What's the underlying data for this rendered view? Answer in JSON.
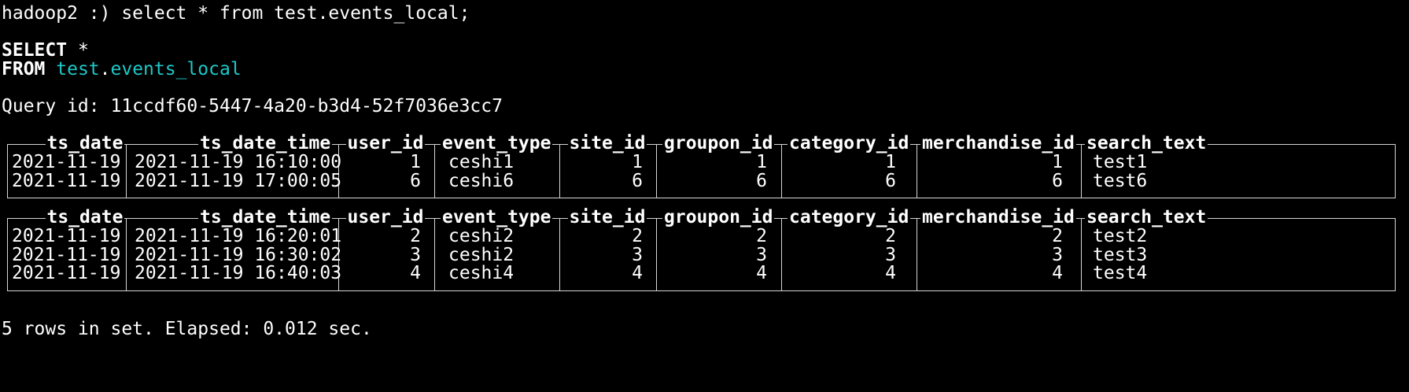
{
  "terminal": {
    "command_line": "hadoop2 :) select * from test.events_local;",
    "select_kw": "SELECT",
    "select_rest": " *",
    "from_kw": "FROM",
    "from_db": "test",
    "from_dot": ".",
    "from_table": "events_local",
    "query_id": "Query id: 11ccdf60-5447-4a20-b3d4-52f7036e3cc7",
    "footer": "5 rows in set. Elapsed: 0.012 sec."
  },
  "columns": [
    "ts_date",
    "ts_date_time",
    "user_id",
    "event_type",
    "site_id",
    "groupon_id",
    "category_id",
    "merchandise_id",
    "search_text"
  ],
  "blocks": [
    {
      "rows": [
        [
          "2021-11-19",
          "2021-11-19 16:10:00",
          "1",
          "ceshi1",
          "1",
          "1",
          "1",
          "1",
          "test1"
        ],
        [
          "2021-11-19",
          "2021-11-19 17:00:05",
          "6",
          "ceshi6",
          "6",
          "6",
          "6",
          "6",
          "test6"
        ]
      ]
    },
    {
      "rows": [
        [
          "2021-11-19",
          "2021-11-19 16:20:01",
          "2",
          "ceshi2",
          "2",
          "2",
          "2",
          "2",
          "test2"
        ],
        [
          "2021-11-19",
          "2021-11-19 16:30:02",
          "3",
          "ceshi2",
          "3",
          "3",
          "3",
          "3",
          "test3"
        ],
        [
          "2021-11-19",
          "2021-11-19 16:40:03",
          "4",
          "ceshi4",
          "4",
          "4",
          "4",
          "4",
          "test4"
        ]
      ]
    }
  ],
  "colors": {
    "background": "#000000",
    "text": "#ffffff",
    "identifier": "#1ec8c8",
    "border": "#d6d6d6"
  }
}
